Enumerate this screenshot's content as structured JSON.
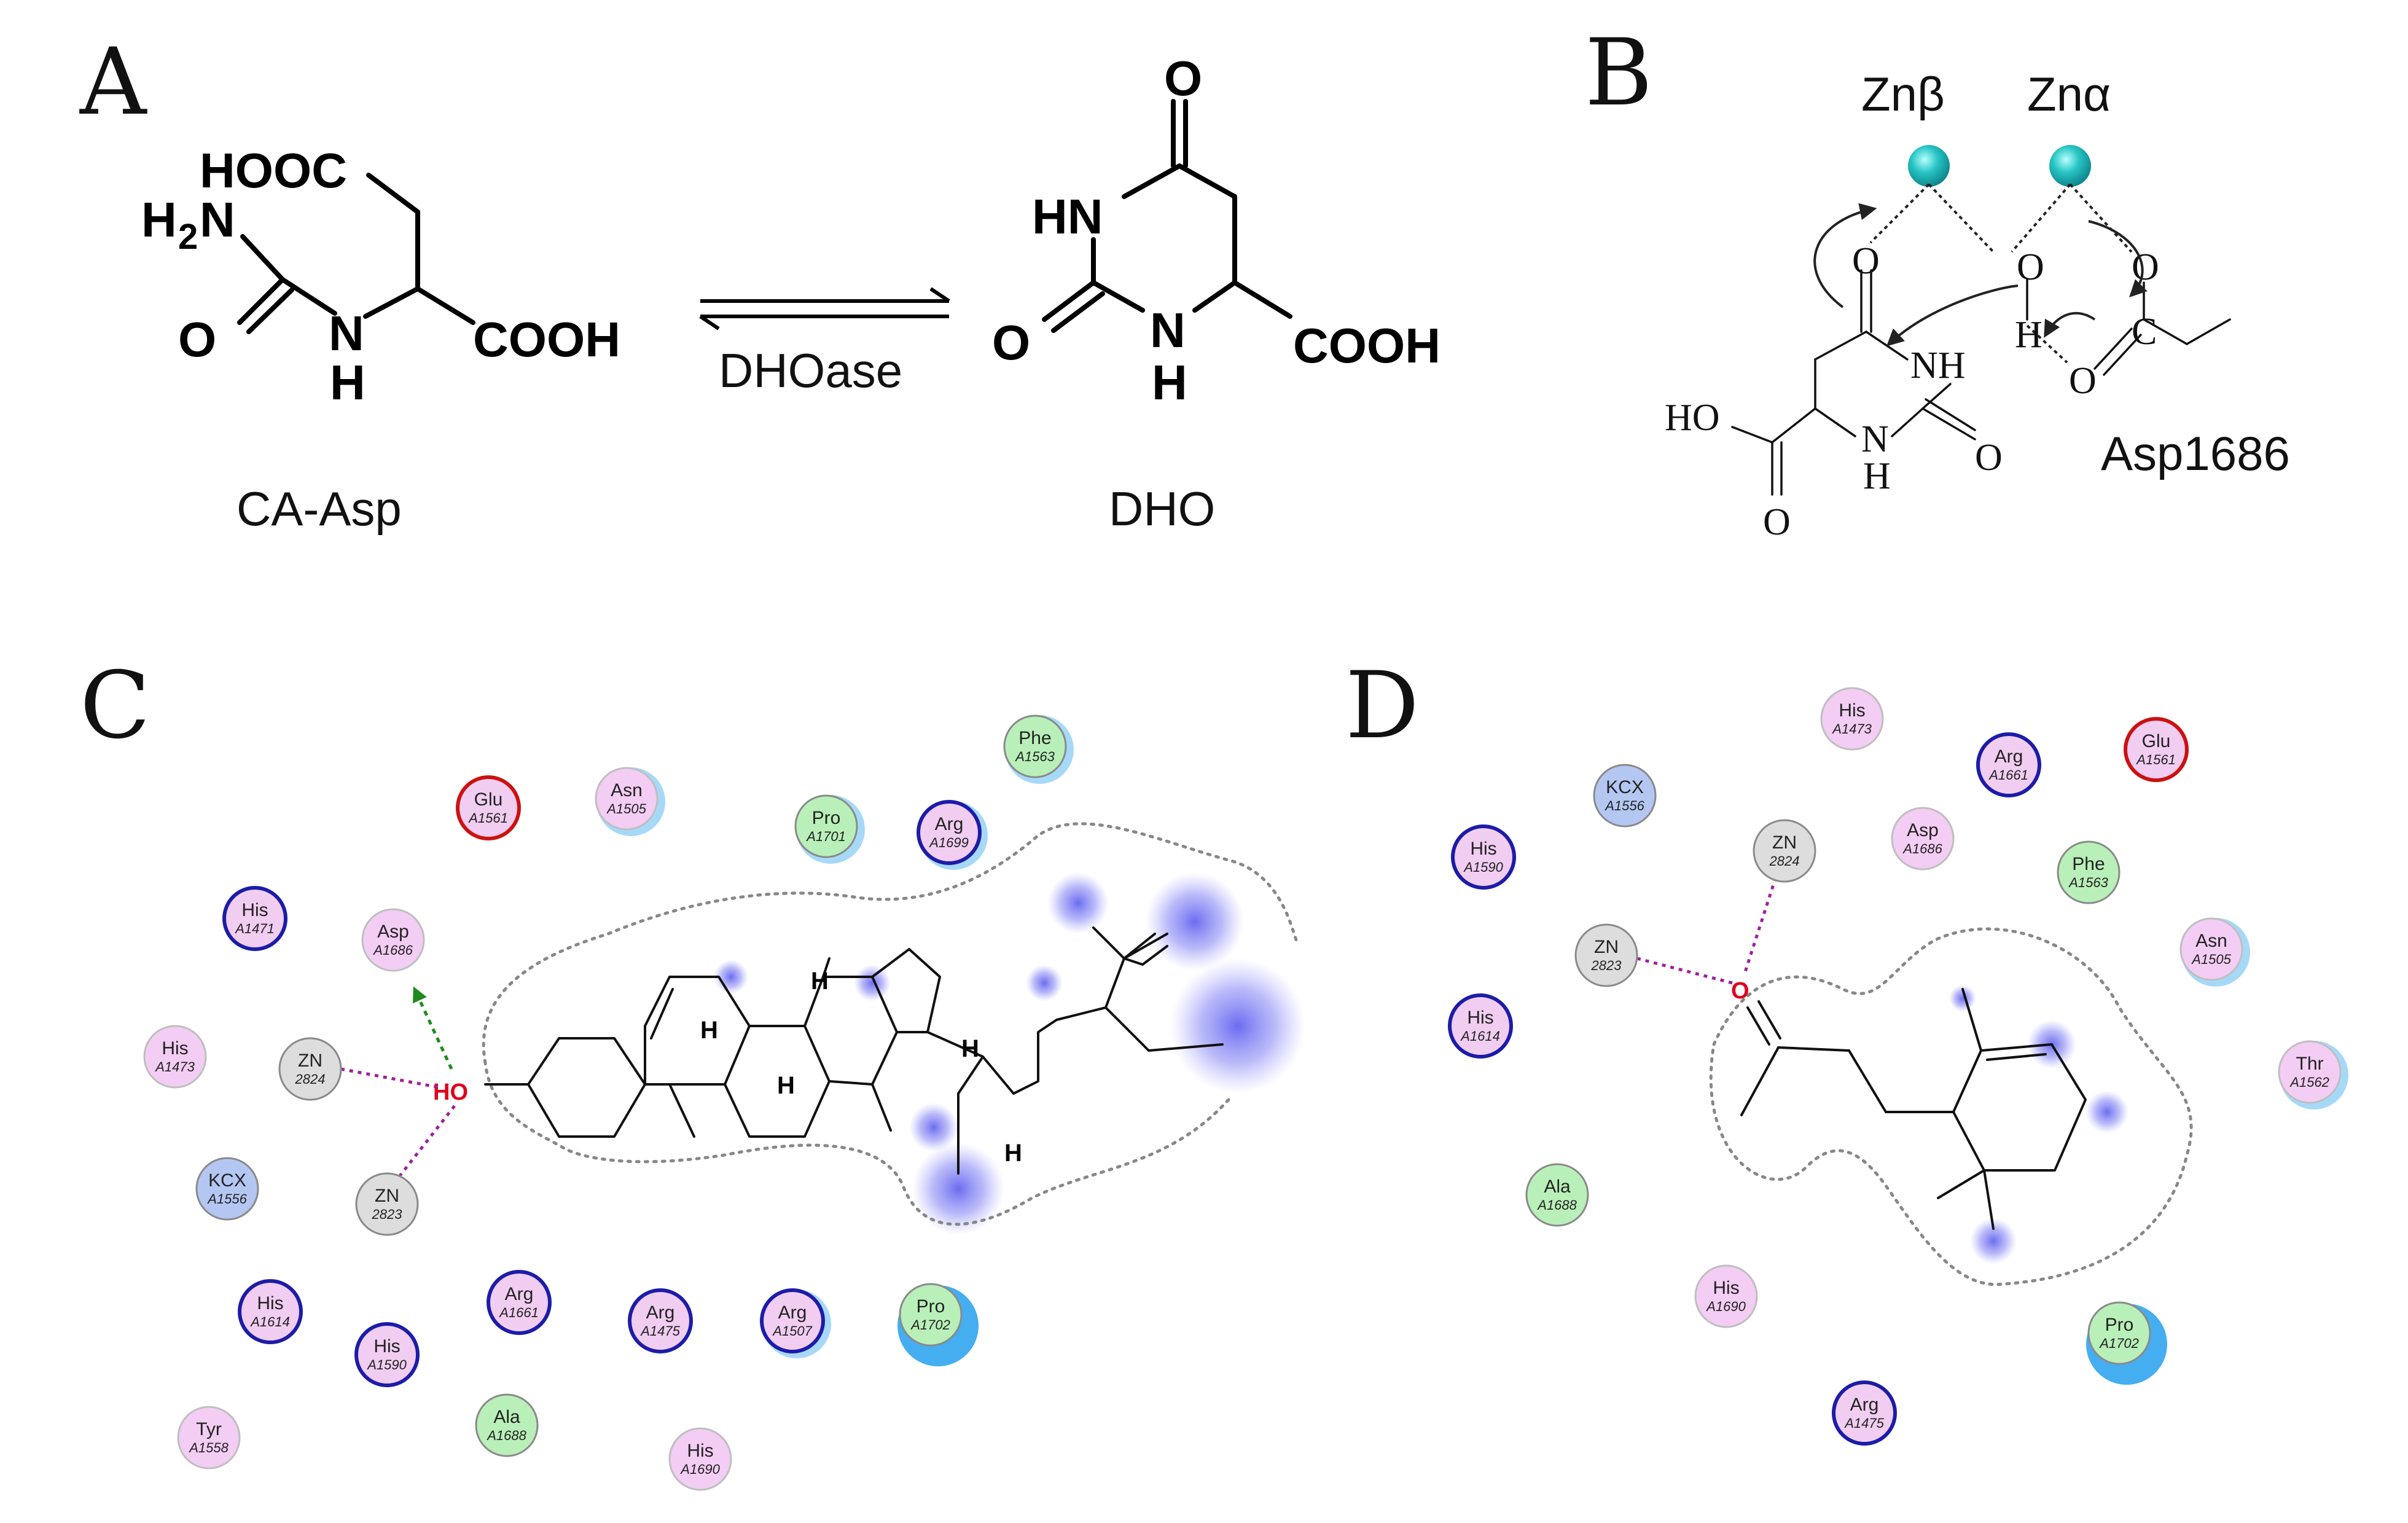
{
  "panel_labels": {
    "a": "A",
    "b": "B",
    "c": "C",
    "d": "D"
  },
  "panel_a": {
    "substrate_name": "CA-Asp",
    "product_name": "DHO",
    "enzyme_label": "DHOase",
    "substrate_atoms": {
      "h2n": "H",
      "h2n_sub": "2",
      "h2n_n": "N",
      "hooc": "HOOC",
      "o": "O",
      "nh_n": "N",
      "nh_h": "H",
      "cooh": "COOH"
    },
    "product_atoms": {
      "o_top": "O",
      "hn": "HN",
      "o_left": "O",
      "nh_n": "N",
      "nh_h": "H",
      "cooh": "COOH"
    }
  },
  "panel_b": {
    "zn_beta": "Znβ",
    "zn_alpha": "Znα",
    "residue": "Asp1686",
    "atoms": {
      "o1": "O",
      "o_bridge": "O",
      "h_bridge": "H",
      "o_asp1": "O",
      "c_asp": "C",
      "o_asp2": "O",
      "nh": "NH",
      "nh2": "N",
      "nh2_h": "H",
      "o_ring": "O",
      "ho": "HO",
      "o_acid": "O"
    },
    "zn_color": "#27c4c4"
  },
  "panel_c": {
    "ligand_label": "HO",
    "h_labels": [
      "H",
      "H",
      "H",
      "H",
      "H"
    ],
    "residues": [
      {
        "name": "Glu",
        "num": "A1561",
        "type": "acidic"
      },
      {
        "name": "Asn",
        "num": "A1505",
        "type": "polar"
      },
      {
        "name": "Pro",
        "num": "A1701",
        "type": "hydrophobic"
      },
      {
        "name": "Phe",
        "num": "A1563",
        "type": "hydrophobic"
      },
      {
        "name": "Arg",
        "num": "A1699",
        "type": "basic"
      },
      {
        "name": "His",
        "num": "A1471",
        "type": "basic"
      },
      {
        "name": "Asp",
        "num": "A1686",
        "type": "polar"
      },
      {
        "name": "His",
        "num": "A1473",
        "type": "polar"
      },
      {
        "name": "ZN",
        "num": "2824",
        "type": "metal"
      },
      {
        "name": "KCX",
        "num": "A1556",
        "type": "modified"
      },
      {
        "name": "ZN",
        "num": "2823",
        "type": "metal"
      },
      {
        "name": "His",
        "num": "A1614",
        "type": "basic"
      },
      {
        "name": "His",
        "num": "A1590",
        "type": "basic"
      },
      {
        "name": "Tyr",
        "num": "A1558",
        "type": "polar"
      },
      {
        "name": "Arg",
        "num": "A1661",
        "type": "basic"
      },
      {
        "name": "Ala",
        "num": "A1688",
        "type": "hydrophobic"
      },
      {
        "name": "Arg",
        "num": "A1475",
        "type": "basic"
      },
      {
        "name": "Arg",
        "num": "A1507",
        "type": "basic"
      },
      {
        "name": "Pro",
        "num": "A1702",
        "type": "hydrophobic"
      },
      {
        "name": "His",
        "num": "A1690",
        "type": "polar"
      }
    ]
  },
  "panel_d": {
    "ligand_label": "O",
    "residues": [
      {
        "name": "His",
        "num": "A1473",
        "type": "polar"
      },
      {
        "name": "Arg",
        "num": "A1661",
        "type": "basic"
      },
      {
        "name": "Glu",
        "num": "A1561",
        "type": "acidic"
      },
      {
        "name": "KCX",
        "num": "A1556",
        "type": "modified"
      },
      {
        "name": "ZN",
        "num": "2824",
        "type": "metal"
      },
      {
        "name": "Asp",
        "num": "A1686",
        "type": "polar"
      },
      {
        "name": "His",
        "num": "A1590",
        "type": "basic"
      },
      {
        "name": "Phe",
        "num": "A1563",
        "type": "hydrophobic"
      },
      {
        "name": "ZN",
        "num": "2823",
        "type": "metal"
      },
      {
        "name": "Asn",
        "num": "A1505",
        "type": "polar"
      },
      {
        "name": "His",
        "num": "A1614",
        "type": "basic"
      },
      {
        "name": "Thr",
        "num": "A1562",
        "type": "polar"
      },
      {
        "name": "Ala",
        "num": "A1688",
        "type": "hydrophobic"
      },
      {
        "name": "His",
        "num": "A1690",
        "type": "polar"
      },
      {
        "name": "Pro",
        "num": "A1702",
        "type": "hydrophobic"
      },
      {
        "name": "Arg",
        "num": "A1475",
        "type": "basic"
      }
    ]
  },
  "residue_colors": {
    "basic": {
      "fill": "#f1cdf1",
      "stroke": "#1c1ca8"
    },
    "polar": {
      "fill": "#f3cdf3",
      "stroke": "#bfbfbf"
    },
    "acidic": {
      "fill": "#f1cdf1",
      "stroke": "#cc1111"
    },
    "hydrophobic": {
      "fill": "#b9f0b9",
      "stroke": "#8a8a8a"
    },
    "metal": {
      "fill": "#dddddd",
      "stroke": "#8a8a8a"
    },
    "modified": {
      "fill": "#b4c7f3",
      "stroke": "#8a8a8a"
    }
  },
  "interaction_colors": {
    "metal": "#a0209a",
    "hbond": "#1f8a1f",
    "exposure": "#6464f0",
    "residue_exposure": "#3aaaf0"
  }
}
